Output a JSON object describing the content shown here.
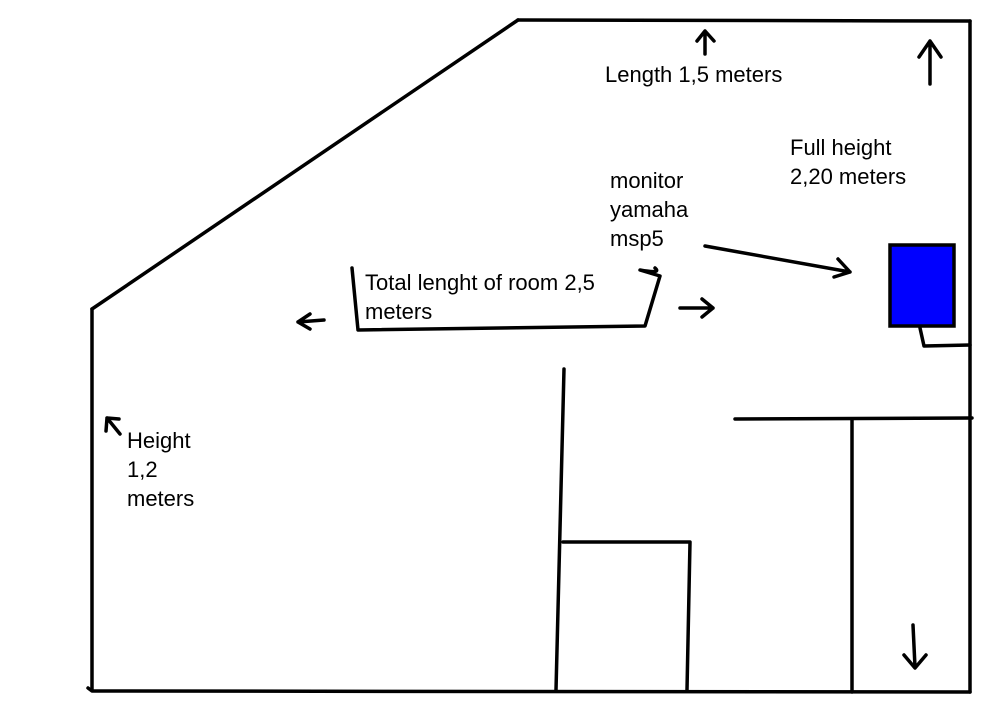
{
  "labels": {
    "length": "Length 1,5 meters",
    "full_height": [
      "Full height",
      "2,20 meters"
    ],
    "monitor": [
      "monitor",
      "yamaha",
      "msp5"
    ],
    "total_length": [
      "Total lenght of room 2,5",
      "meters"
    ],
    "height": [
      "Height",
      "1,2",
      "meters"
    ]
  },
  "colors": {
    "ink": "#000000",
    "monitor_fill": "#0000ff",
    "background": "#ffffff"
  }
}
